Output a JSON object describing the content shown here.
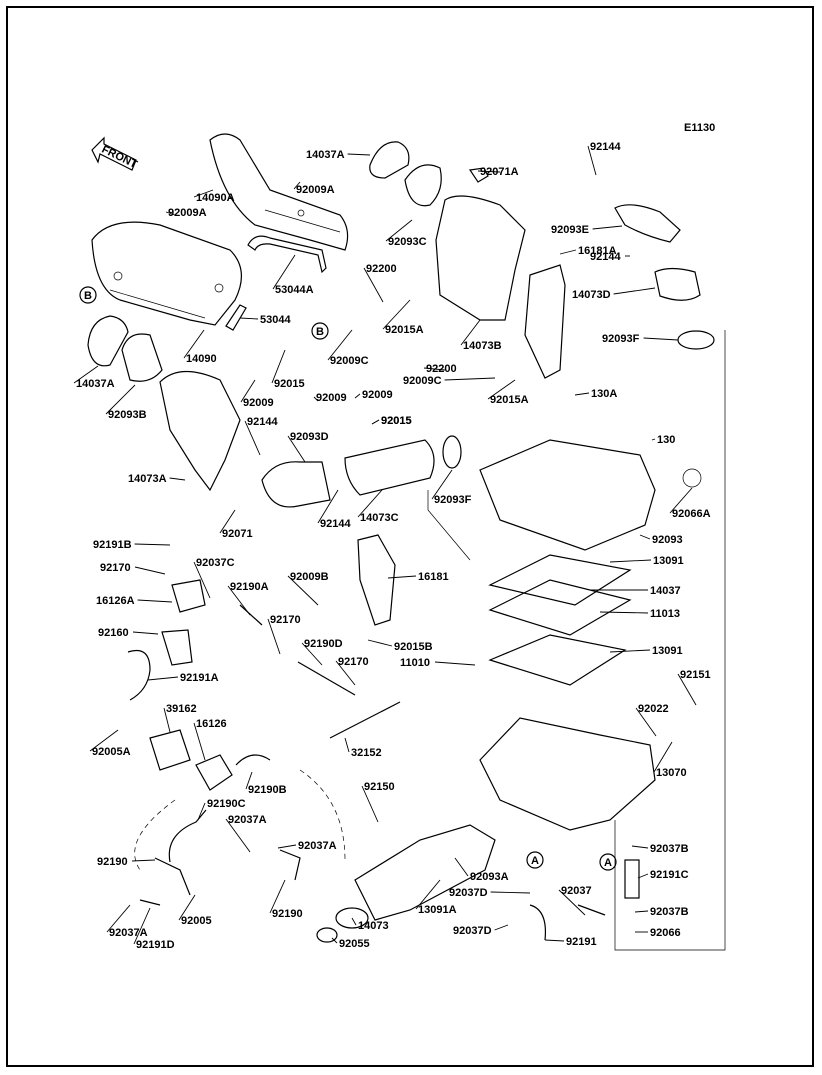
{
  "figure_code": "E1130",
  "front_label": "FRONT",
  "ref_marks": {
    "a": "A",
    "b": "B"
  },
  "labels": [
    "14037A",
    "92009A",
    "14090A",
    "92009A",
    "53044A",
    "53044",
    "14090",
    "14037A",
    "92093B",
    "92009",
    "92015",
    "92009C",
    "92009",
    "92144",
    "92093D",
    "14073A",
    "92071",
    "92144",
    "14073C",
    "92200",
    "92015A",
    "14073B",
    "92093C",
    "92071A",
    "92144",
    "92009",
    "92015",
    "92093E",
    "92144",
    "16181A",
    "14073D",
    "92093F",
    "92200",
    "92009C",
    "92015A",
    "92015",
    "92093F",
    "130A",
    "130",
    "92066A",
    "92093",
    "13091",
    "14037",
    "11013",
    "13091",
    "11010",
    "92151",
    "92022",
    "13070",
    "92191B",
    "92037C",
    "92170",
    "92190A",
    "16126A",
    "92009B",
    "16181",
    "92170",
    "92190D",
    "92015B",
    "92160",
    "92170",
    "92191A",
    "39162",
    "16126",
    "32152",
    "92005A",
    "92190B",
    "92190C",
    "92150",
    "92037A",
    "92037A",
    "92190",
    "92093A",
    "92037D",
    "13091A",
    "92005",
    "92190",
    "92037A",
    "92191D",
    "14073",
    "92055",
    "92037D",
    "92037",
    "92191",
    "92037B",
    "92191C",
    "92037B",
    "92066"
  ]
}
